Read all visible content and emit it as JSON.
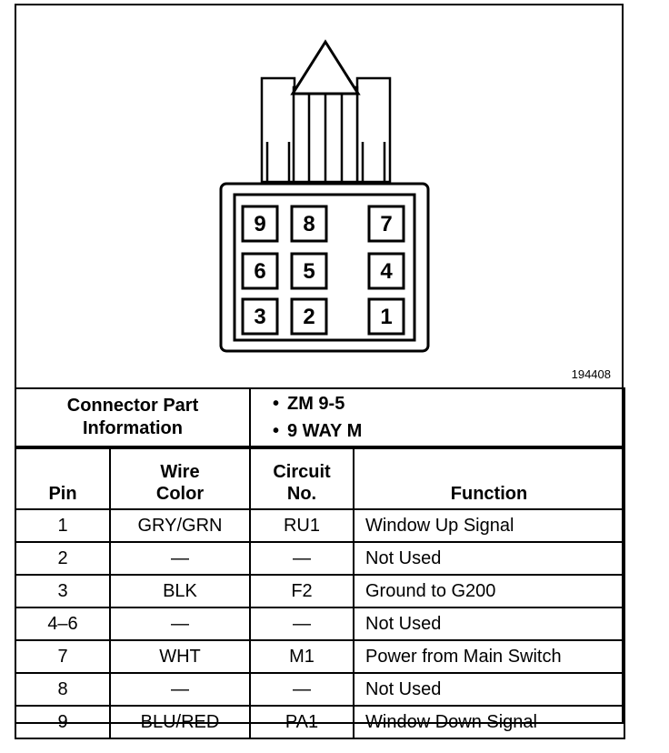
{
  "figure_number": "194408",
  "connector": {
    "pins_layout": [
      [
        "9",
        "8",
        "7"
      ],
      [
        "6",
        "5",
        "4"
      ],
      [
        "3",
        "2",
        "1"
      ]
    ]
  },
  "connector_info": {
    "label_line1": "Connector Part",
    "label_line2": "Information",
    "items": [
      "ZM 9-5",
      "9 WAY M"
    ]
  },
  "table": {
    "headers": {
      "pin": "Pin",
      "wire_color_line1": "Wire",
      "wire_color_line2": "Color",
      "circuit_line1": "Circuit",
      "circuit_line2": "No.",
      "function": "Function"
    },
    "rows": [
      {
        "pin": "1",
        "color": "GRY/GRN",
        "circuit": "RU1",
        "function": "Window Up Signal"
      },
      {
        "pin": "2",
        "color": "—",
        "circuit": "—",
        "function": "Not Used"
      },
      {
        "pin": "3",
        "color": "BLK",
        "circuit": "F2",
        "function": "Ground to G200"
      },
      {
        "pin": "4–6",
        "color": "—",
        "circuit": "—",
        "function": "Not Used"
      },
      {
        "pin": "7",
        "color": "WHT",
        "circuit": "M1",
        "function": "Power from Main Switch"
      },
      {
        "pin": "8",
        "color": "—",
        "circuit": "—",
        "function": "Not Used"
      },
      {
        "pin": "9",
        "color": "BLU/RED",
        "circuit": "PA1",
        "function": "Window Down Signal"
      }
    ]
  }
}
